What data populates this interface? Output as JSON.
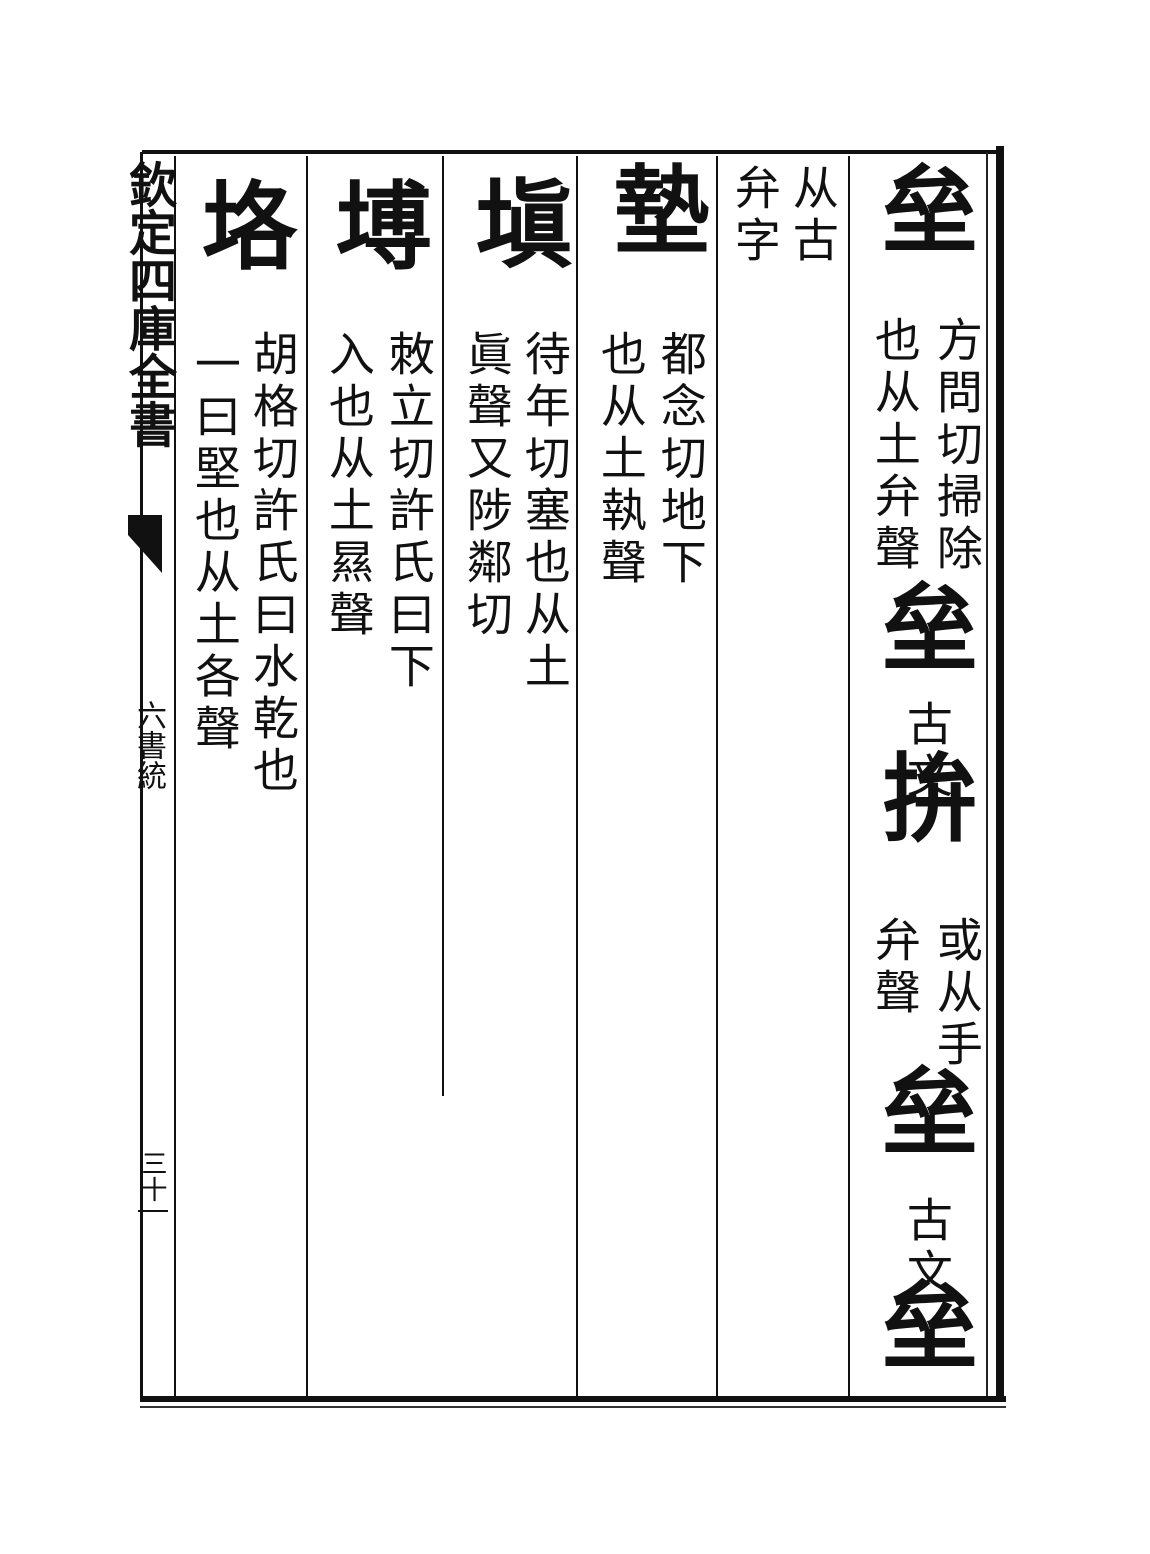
{
  "margin": {
    "title": "欽定四庫全書",
    "book": "六書統",
    "page": "三十"
  },
  "columns": [
    {
      "id": "c1",
      "head": "垒",
      "note1": "方問切掃除",
      "note2": "也从土弁聲",
      "variant1": "垒",
      "var1_label": "古文",
      "variant2": "拚",
      "var2_note1": "或从手",
      "var2_note2": "弁聲",
      "variant3": "垒",
      "var3_label": "古文",
      "variant4": "垒"
    },
    {
      "id": "c2",
      "note1": "从古",
      "note2": "弁字"
    },
    {
      "id": "c3",
      "head": "墊",
      "note1": "都念切地下",
      "note2": "也从土執聲"
    },
    {
      "id": "c4",
      "head": "塡",
      "note1": "待年切塞也从土",
      "note2": "眞聲又陟鄰切"
    },
    {
      "id": "c5",
      "head": "㙛",
      "note1": "敇立切許氏曰下",
      "note2": "入也从土㬎聲"
    },
    {
      "id": "c6",
      "head": "垎",
      "note1": "胡格切許氏曰水乾也",
      "note2": "一曰堅也从土各聲"
    }
  ]
}
